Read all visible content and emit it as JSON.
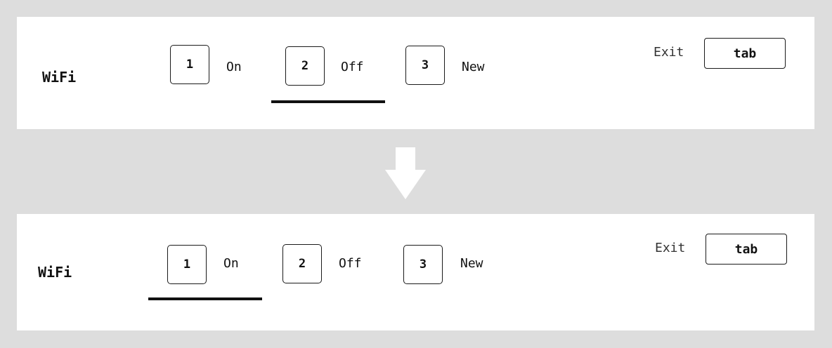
{
  "before": {
    "title": "WiFi",
    "options": [
      {
        "key": "1",
        "label": "On"
      },
      {
        "key": "2",
        "label": "Off"
      },
      {
        "key": "3",
        "label": "New"
      }
    ],
    "selected_index": 1,
    "exit_label": "Exit",
    "exit_key": "tab"
  },
  "after": {
    "title": "WiFi",
    "options": [
      {
        "key": "1",
        "label": "On"
      },
      {
        "key": "2",
        "label": "Off"
      },
      {
        "key": "3",
        "label": "New"
      }
    ],
    "selected_index": 0,
    "exit_label": "Exit",
    "exit_key": "tab"
  },
  "colors": {
    "background": "#dddddd",
    "panel": "#ffffff",
    "ink": "#111111",
    "arrow": "#ffffff"
  }
}
